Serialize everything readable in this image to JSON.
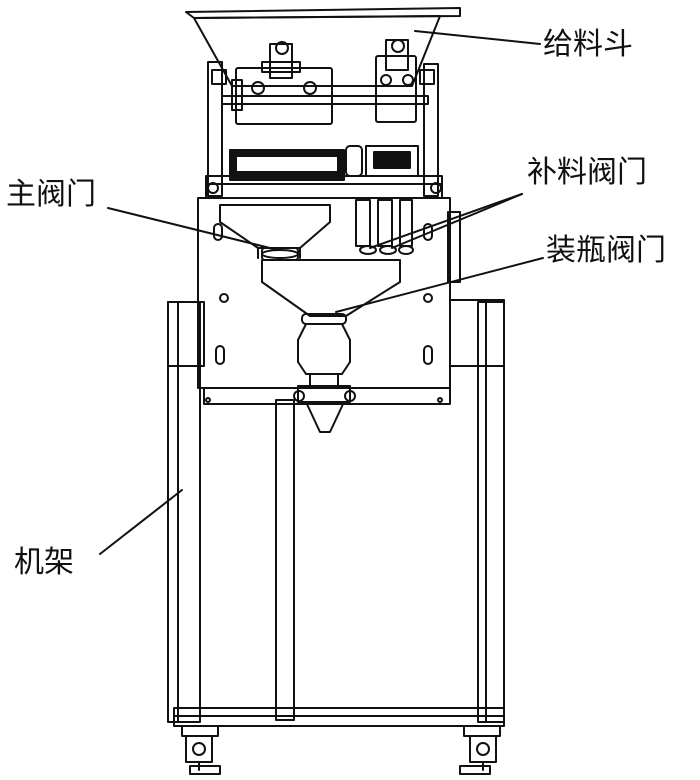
{
  "labels": {
    "hopper": "给料斗",
    "main_valve": "主阀门",
    "refill_valve": "补料阀门",
    "bottling_valve": "装瓶阀门",
    "frame": "机架"
  },
  "colors": {
    "line": "#111111",
    "background": "#ffffff"
  }
}
